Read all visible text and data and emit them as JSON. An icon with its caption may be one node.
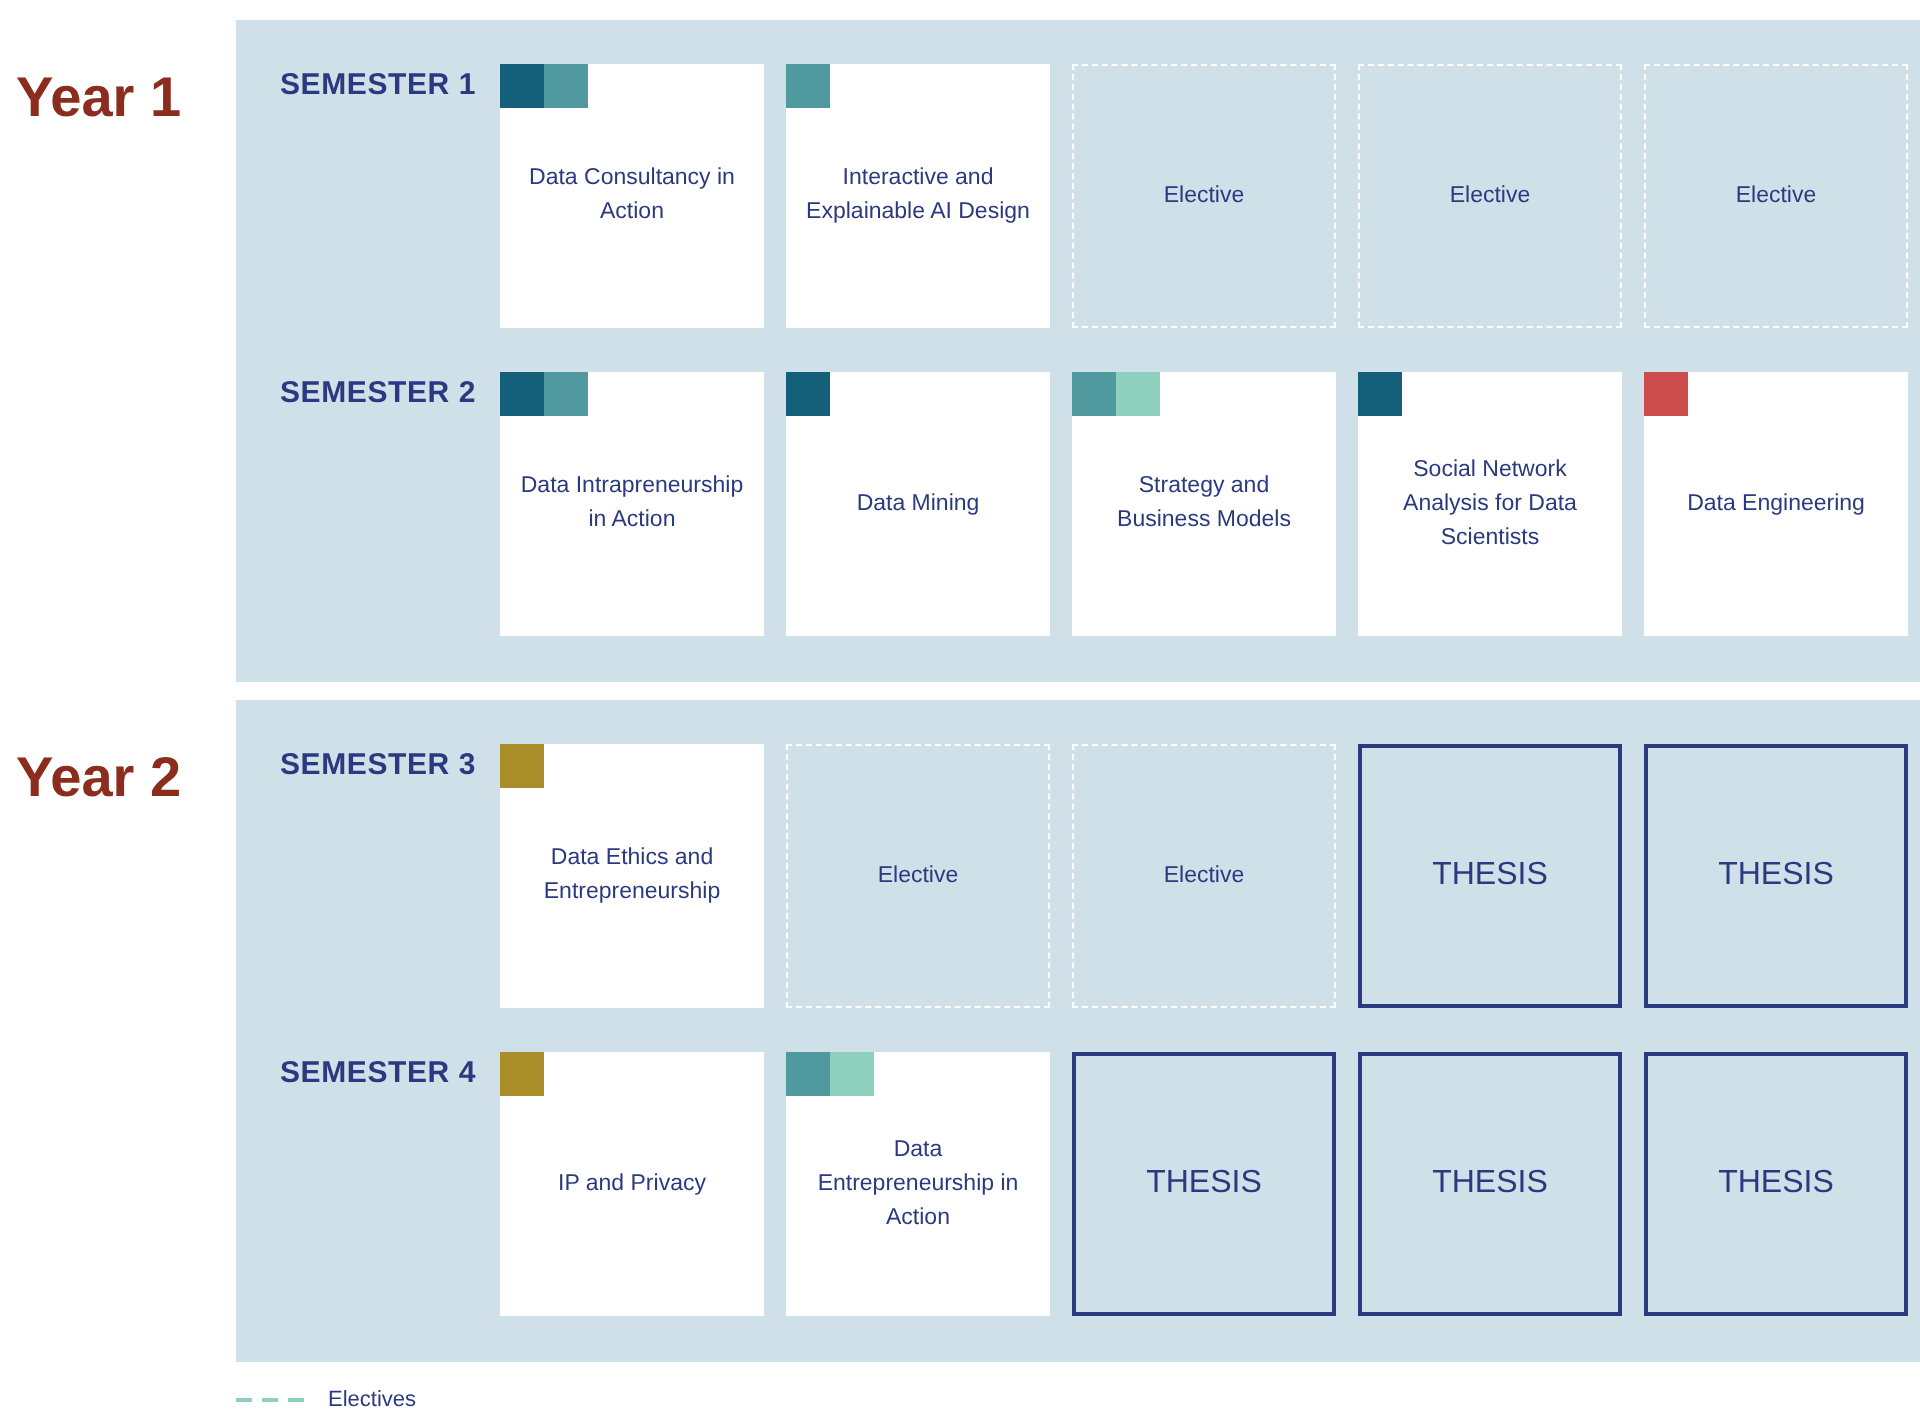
{
  "diagram": {
    "nodes": [
      {
        "text": [
          "Year 1"
        ]
      },
      {
        "text": [
          "Data Consultancy in Action"
        ],
        "in": 0
      },
      {
        "text": [
          "Interactive and Explainable AI Design"
        ],
        "in": 0
      },
      {
        "text": [
          "Elective"
        ],
        "in": 0
      },
      {
        "text": [
          "Elective"
        ],
        "in": 0
      },
      {
        "text": [
          "Elective"
        ],
        "in": 0
      },
      {
        "text": [
          "Data Intrapreneurship in Action"
        ],
        "in": 0
      },
      {
        "text": [
          "Data Mining"
        ],
        "in": 0
      },
      {
        "text": [
          "Strategy and Business Models"
        ],
        "in": 0
      },
      {
        "text": [
          "Social Network Analysis for Data Scientists"
        ],
        "in": 0
      },
      {
        "text": [
          "Data Engineering"
        ],
        "in": 0
      },
      {
        "text": [
          "Year 2"
        ]
      },
      {
        "text": [
          "Data Ethics and Entrepreneurship"
        ],
        "in": 11
      },
      {
        "text": [
          "Elective"
        ],
        "in": 11
      },
      {
        "text": [
          "Elective"
        ],
        "in": 11
      },
      {
        "text": [
          "THESIS"
        ],
        "in": 11
      },
      {
        "text": [
          "THESIS"
        ],
        "in": 11
      },
      {
        "text": [
          "IP and Privacy"
        ],
        "in": 11
      },
      {
        "text": [
          "Data Entrepreneurship in Action"
        ],
        "in": 11
      },
      {
        "text": [
          "THESIS"
        ],
        "in": 11
      },
      {
        "text": [
          "THESIS"
        ],
        "in": 11
      },
      {
        "text": [
          "THESIS"
        ],
        "in": 11
      }
    ],
    "labels": [
      "SEMESTER 1",
      "SEMESTER 2",
      "SEMESTER 3",
      "SEMESTER 4"
    ],
    "legend": [
      {
        "text": "Electives"
      }
    ]
  }
}
